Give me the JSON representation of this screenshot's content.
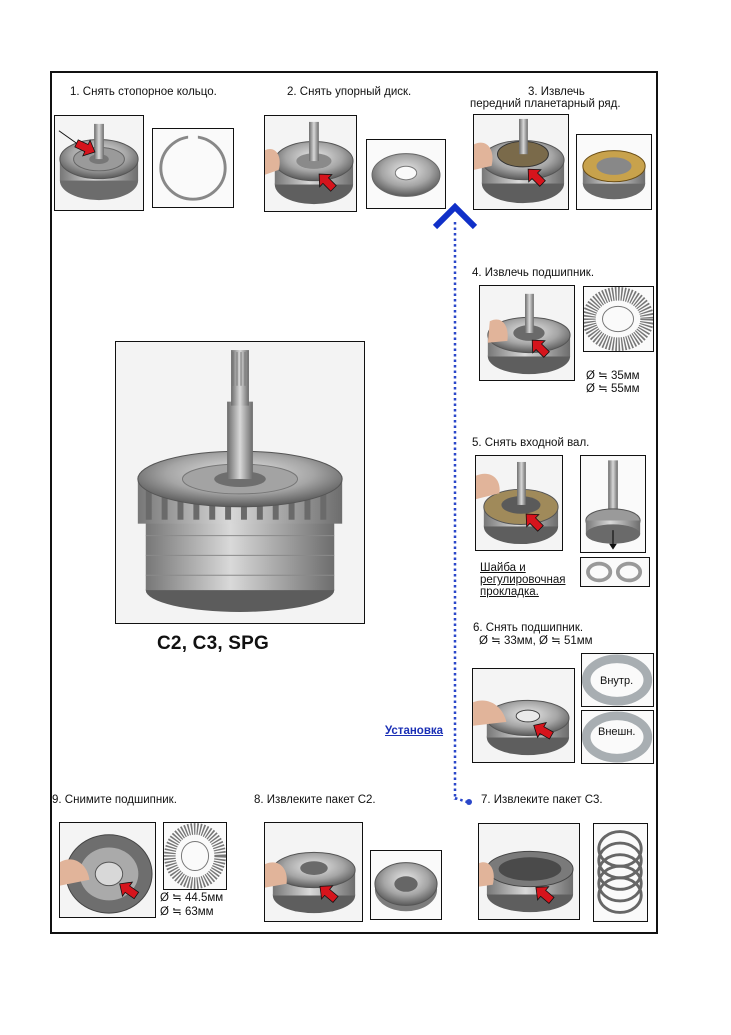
{
  "colors": {
    "frame": "#111111",
    "arrow_red": "#d6141c",
    "link_blue": "#1a2fb5",
    "dotted_blue": "#2a47c9",
    "chevron_blue": "#1030c8"
  },
  "center": {
    "caption": "C2, C3, SPG"
  },
  "steps": {
    "s1": {
      "label": "1. Снять стопорное кольцо."
    },
    "s2": {
      "label": "2. Снять упорный диск."
    },
    "s3": {
      "line1": "3. Извлечь",
      "line2": "передний планетарный ряд."
    },
    "s4": {
      "label": "4. Извлечь подшипник.",
      "dim1": "Ø ≒ 35мм",
      "dim2": "Ø ≒ 55мм"
    },
    "s5": {
      "label": "5. Снять входной вал.",
      "note1": "Шайба и",
      "note2": "регулировочная",
      "note3": "прокладка."
    },
    "s6": {
      "line1": "6. Снять подшипник.",
      "line2": "Ø ≒ 33мм,  Ø ≒ 51мм",
      "inner": "Внутр.",
      "outer": "Внешн."
    },
    "s7": {
      "label": "7. Извлеките пакет С3."
    },
    "s8": {
      "label": "8. Извлеките пакет С2."
    },
    "s9": {
      "label": "9. Снимите подшипник.",
      "dim1": "Ø ≒ 44.5мм",
      "dim2": "Ø ≒ 63мм"
    }
  },
  "install_link": "Установка",
  "icons": {
    "arrow": "red-arrow-icon",
    "chevron": "chevron-up-icon"
  }
}
